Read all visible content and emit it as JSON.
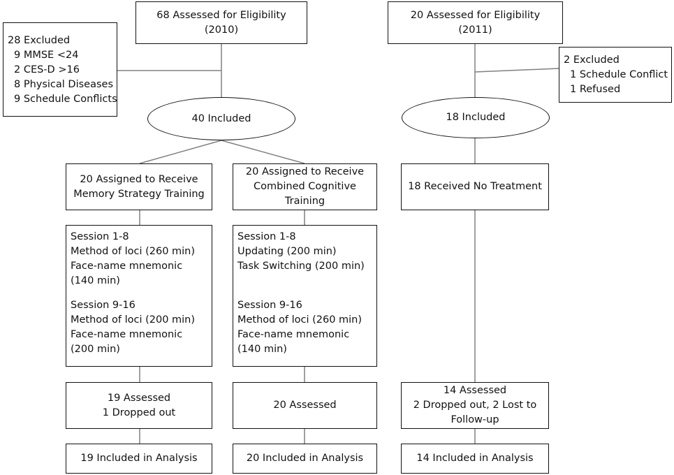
{
  "cohort_2010": {
    "assessed": [
      "68 Assessed for Eligibility",
      "(2010)"
    ],
    "excluded": [
      "28 Excluded",
      "9 MMSE <24",
      "2 CES-D >16",
      "8 Physical Diseases",
      "9 Schedule Conflicts"
    ],
    "included": "40 Included",
    "arm_memory": {
      "assigned": [
        "20 Assigned to Receive",
        "Memory Strategy Training"
      ],
      "sessions_a": [
        "Session 1-8",
        "Method of loci (260 min)",
        "Face-name mnemonic",
        "(140 min)"
      ],
      "sessions_b": [
        "Session 9-16",
        "Method of loci (200 min)",
        "Face-name mnemonic",
        "(200 min)"
      ],
      "assessed": [
        "19 Assessed",
        "1 Dropped out"
      ],
      "analysis": "19 Included in Analysis"
    },
    "arm_combined": {
      "assigned": [
        "20 Assigned to Receive",
        "Combined Cognitive",
        "Training"
      ],
      "sessions_a": [
        "Session 1-8",
        "Updating (200 min)",
        "Task Switching (200 min)"
      ],
      "sessions_b": [
        "Session 9-16",
        "Method of loci (260 min)",
        "Face-name mnemonic",
        "(140 min)"
      ],
      "assessed": [
        "20 Assessed"
      ],
      "analysis": "20 Included in Analysis"
    }
  },
  "cohort_2011": {
    "assessed": [
      "20 Assessed for Eligibility",
      "(2011)"
    ],
    "excluded": [
      "2 Excluded",
      "1 Schedule Conflict",
      "1 Refused"
    ],
    "included": "18 Included",
    "control": {
      "received": "18 Received No Treatment",
      "assessed": [
        "14 Assessed",
        "2 Dropped out, 2 Lost to",
        "Follow-up"
      ],
      "analysis": "14 Included in Analysis"
    }
  },
  "colors": {
    "line": "#808080",
    "border": "#111111",
    "background": "#ffffff"
  }
}
